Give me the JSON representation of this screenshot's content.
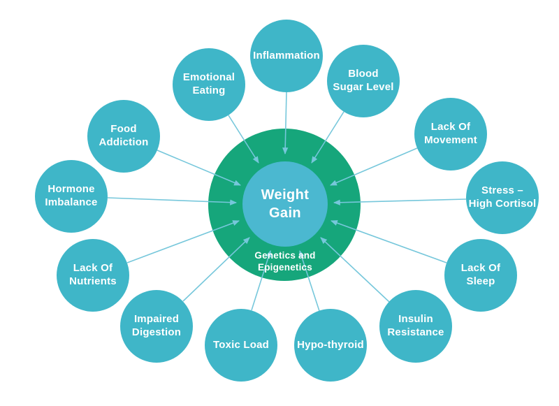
{
  "diagram": {
    "colors": {
      "ring": "#16a67b",
      "hub": "#4bb8d0",
      "node": "#3fb6c8",
      "connector": "#76c7db",
      "label_text": "#ffffff",
      "background": "#ffffff"
    },
    "center": {
      "hub_label": {
        "line1": "Weight",
        "line2": "Gain"
      },
      "ring_label": {
        "line1": "Genetics and",
        "line2": "Epigenetics"
      }
    },
    "nodes": [
      {
        "id": "inflammation",
        "line1": "Inflammation",
        "line2": ""
      },
      {
        "id": "blood-sugar-level",
        "line1": "Blood",
        "line2": "Sugar Level"
      },
      {
        "id": "lack-of-movement",
        "line1": "Lack Of",
        "line2": "Movement"
      },
      {
        "id": "stress-high-cortisol",
        "line1": "Stress –",
        "line2": "High Cortisol"
      },
      {
        "id": "lack-of-sleep",
        "line1": "Lack Of",
        "line2": "Sleep"
      },
      {
        "id": "insulin-resistance",
        "line1": "Insulin",
        "line2": "Resistance"
      },
      {
        "id": "hypo-thyroid",
        "line1": "Hypo-thyroid",
        "line2": ""
      },
      {
        "id": "toxic-load",
        "line1": "Toxic Load",
        "line2": ""
      },
      {
        "id": "impaired-digestion",
        "line1": "Impaired",
        "line2": "Digestion"
      },
      {
        "id": "lack-of-nutrients",
        "line1": "Lack Of",
        "line2": "Nutrients"
      },
      {
        "id": "hormone-imbalance",
        "line1": "Hormone",
        "line2": "Imbalance"
      },
      {
        "id": "food-addiction",
        "line1": "Food",
        "line2": "Addiction"
      },
      {
        "id": "emotional-eating",
        "line1": "Emotional",
        "line2": "Eating"
      }
    ]
  }
}
